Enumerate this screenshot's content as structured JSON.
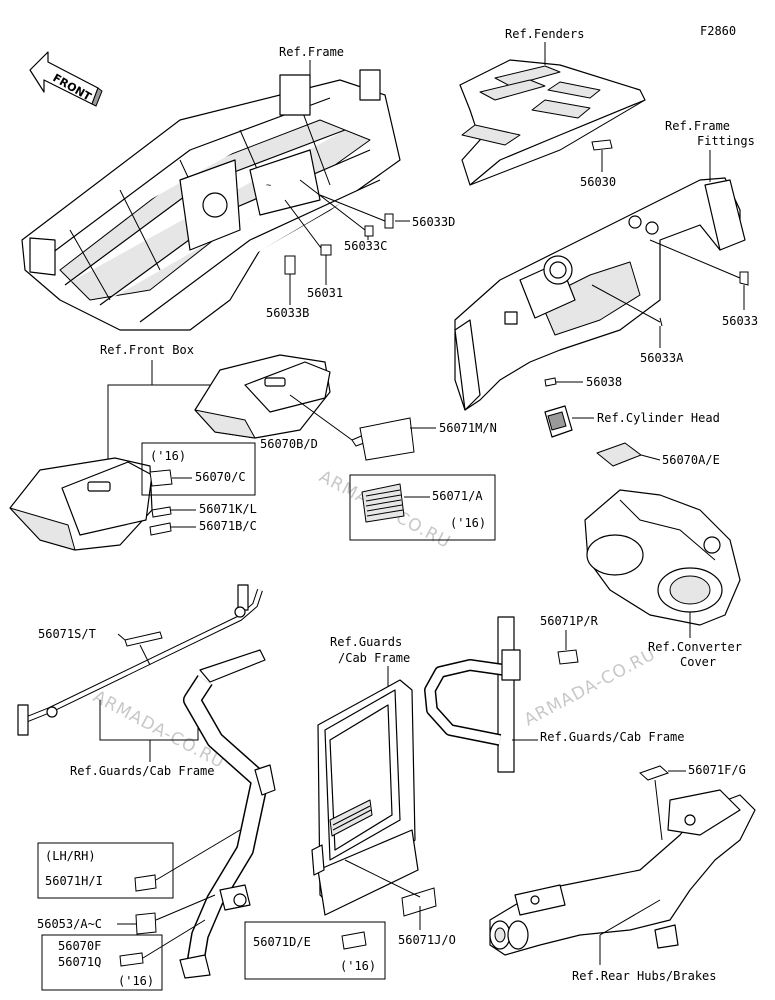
{
  "figure_code": "F2860",
  "watermark": "ARMADA-CO.RU",
  "front_arrow_label": "FRONT",
  "labels": {
    "ref_frame": "Ref.Frame",
    "ref_fenders": "Ref.Fenders",
    "ref_frame_fittings_1": "Ref.Frame",
    "ref_frame_fittings_2": "Fittings",
    "p56030": "56030",
    "p56033d": "56033D",
    "p56033c": "56033C",
    "p56031": "56031",
    "p56033b": "56033B",
    "p56033": "56033",
    "p56033a": "56033A",
    "ref_front_box": "Ref.Front Box",
    "p56038": "56038",
    "ref_cylinder_head": "Ref.Cylinder Head",
    "p56070bd": "56070B/D",
    "p56071mn": "56071M/N",
    "yr16_a": "('16)",
    "p56070c": "56070/C",
    "p56070ae": "56070A/E",
    "p56071a": "56071/A",
    "yr16_b": "('16)",
    "p56071kl": "56071K/L",
    "p56071bc": "56071B/C",
    "p56071st": "56071S/T",
    "p56071pr": "56071P/R",
    "ref_converter_cover_1": "Ref.Converter",
    "ref_converter_cover_2": "Cover",
    "ref_guards_cab_1": "Ref.Guards",
    "ref_guards_cab_2": "/Cab Frame",
    "ref_guards_cab_right": "Ref.Guards/Cab Frame",
    "ref_guards_cab_left": "Ref.Guards/Cab Frame",
    "p56071fg": "56071F/G",
    "lh_rh": "(LH/RH)",
    "p56071hi": "56071H/I",
    "p56053ac": "56053/A~C",
    "p56070f": "56070F",
    "p56071q": "56071Q",
    "yr16_c": "('16)",
    "p56071de": "56071D/E",
    "yr16_d": "('16)",
    "p56071jo": "56071J/O",
    "ref_rear_hubs": "Ref.Rear Hubs/Brakes"
  }
}
